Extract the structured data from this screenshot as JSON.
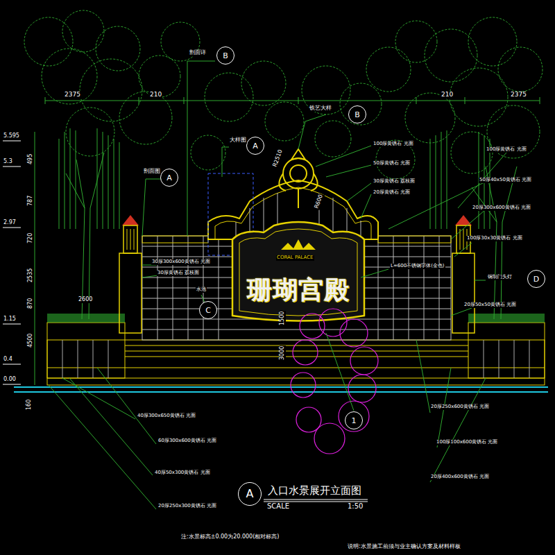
{
  "diagram": {
    "title": "入口水景展开立面图",
    "nodes": [
      {
        "text": [
          "B"
        ]
      },
      {
        "text": [
          "B"
        ]
      },
      {
        "text": [
          "A"
        ]
      },
      {
        "text": [
          "A"
        ]
      },
      {
        "text": [
          "C"
        ]
      },
      {
        "text": [
          "D"
        ]
      },
      {
        "text": [
          "1"
        ]
      },
      {
        "text": [
          "A"
        ]
      }
    ],
    "labels": [
      "2375",
      "210",
      "2375",
      "210",
      "5.595",
      "5.3",
      "2.97",
      "1.15",
      "0.4",
      "0.00",
      "160",
      "495",
      "787",
      "720",
      "2535",
      "870",
      "4500",
      "剖面详",
      "铁艺大样",
      "大样图",
      "剖面图",
      "100厚黄锈石 光面",
      "50厚黄锈石 光面",
      "30厚黄锈石 荔枝面",
      "20厚黄锈石 光面",
      "100厚黄锈石 光面",
      "50厚40x50黄锈石 光面",
      "20厚300x600黄锈石 光面",
      "100厚30x30黄锈石 光面",
      "L=600不锈钢字体(金色)",
      "铜制门头灯",
      "20厚50x50黄锈石 光面",
      "30厚300x600黄锈石 光面",
      "30厚黄锈石 荔枝面",
      "水池",
      "2600",
      "40厚300x650黄锈石 光面",
      "60厚300x600黄锈石 光面",
      "40厚50x300黄锈石 光面",
      "20厚250x300黄锈石 光面",
      "20厚250x600黄锈石 光面",
      "100厚100x600黄锈石 光面",
      "20厚400x600黄锈石 光面",
      "珊瑚宫殿",
      "CORAL PALACE",
      "R2510",
      "R600",
      "3000",
      "1500",
      "SCALE",
      "1:50",
      "注:水景标高±0.00为20.000(相对标高)",
      "说明:水景施工前须与业主确认方案及材料样板"
    ]
  }
}
